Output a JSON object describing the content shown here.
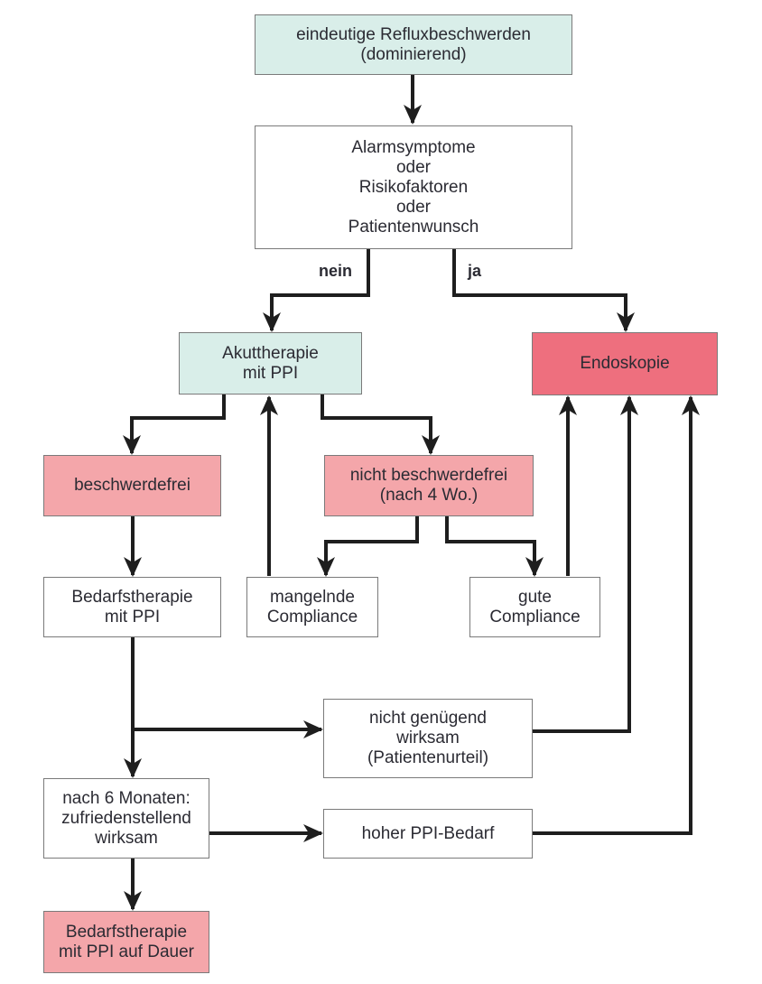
{
  "diagram": {
    "type": "flowchart",
    "colors": {
      "start": "#d9eee9",
      "therapy": "#d9eee9",
      "outcome": "#f4a6aa",
      "endoscopy": "#ee6f7e",
      "neutral": "#ffffff",
      "arrow": "#1e1e1e",
      "border": "#7a7a7a"
    },
    "nodes": {
      "reflux": "eindeutige Refluxbeschwerden\n(dominierend)",
      "alarm": "Alarmsymptome\noder\nRisikofaktoren\noder\nPatientenwunsch",
      "akut": "Akuttherapie\nmit PPI",
      "endoskopie": "Endoskopie",
      "beschwerdefrei": "beschwerdefrei",
      "nicht_beschwerdefrei": "nicht beschwerdefrei\n(nach 4 Wo.)",
      "bedarf": "Bedarfstherapie\nmit PPI",
      "mangelnde": "mangelnde\nCompliance",
      "gute": "gute\nCompliance",
      "nicht_genuegend": "nicht genügend\nwirksam\n(Patientenurteil)",
      "nach6": "nach 6 Monaten:\nzufriedenstellend\nwirksam",
      "hoher": "hoher PPI-Bedarf",
      "dauer": "Bedarfstherapie\nmit PPI auf Dauer"
    },
    "edge_labels": {
      "no": "nein",
      "yes": "ja"
    },
    "edges": [
      {
        "from": "reflux",
        "to": "alarm"
      },
      {
        "from": "alarm",
        "to": "akut",
        "label": "nein"
      },
      {
        "from": "alarm",
        "to": "endoskopie",
        "label": "ja"
      },
      {
        "from": "akut",
        "to": "beschwerdefrei"
      },
      {
        "from": "akut",
        "to": "nicht_beschwerdefrei"
      },
      {
        "from": "beschwerdefrei",
        "to": "bedarf"
      },
      {
        "from": "nicht_beschwerdefrei",
        "to": "mangelnde"
      },
      {
        "from": "nicht_beschwerdefrei",
        "to": "gute"
      },
      {
        "from": "mangelnde",
        "to": "akut"
      },
      {
        "from": "gute",
        "to": "endoskopie"
      },
      {
        "from": "bedarf",
        "to": "nicht_genuegend"
      },
      {
        "from": "bedarf",
        "to": "nach6"
      },
      {
        "from": "nicht_genuegend",
        "to": "endoskopie"
      },
      {
        "from": "nach6",
        "to": "hoher"
      },
      {
        "from": "hoher",
        "to": "endoskopie"
      },
      {
        "from": "nach6",
        "to": "dauer"
      }
    ]
  }
}
